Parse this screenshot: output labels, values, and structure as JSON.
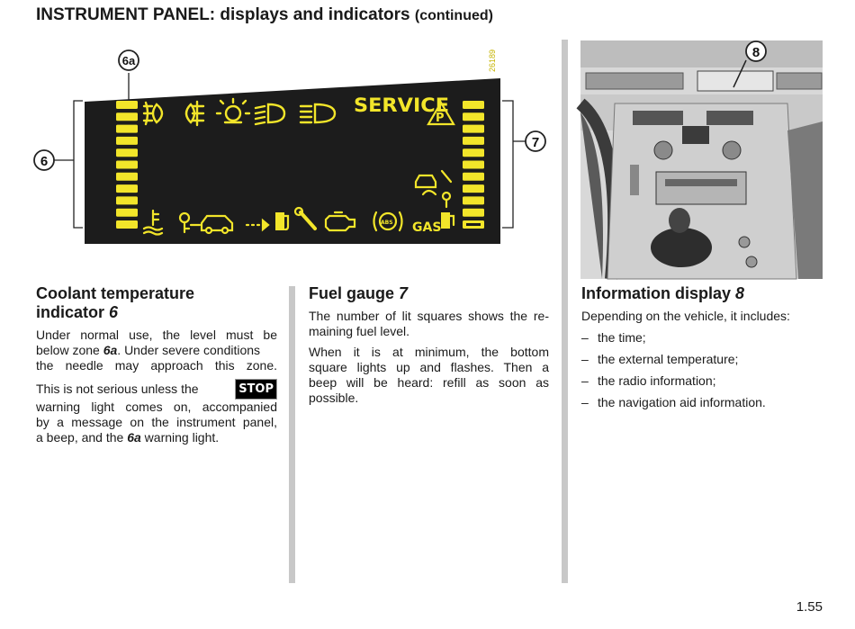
{
  "title": {
    "main": "INSTRUMENT PANEL: displays and indicators",
    "cont": "(continued)"
  },
  "figure1": {
    "ref": "26189",
    "service_text": "SERVICE",
    "gas_text": "GAS",
    "callouts": {
      "six_a": "6a",
      "six": "6",
      "seven": "7"
    },
    "colors": {
      "lcd_bg": "#1c1c1c",
      "segment": "#f2e52a",
      "icon": "#f2e52a",
      "ref": "#c5b300"
    }
  },
  "figure2": {
    "callout_eight": "8"
  },
  "col1": {
    "heading1": "Coolant temperature",
    "heading2": "indicator",
    "heading_num": "6",
    "p1_l1": "Under normal use, the level must be",
    "p1_l2_a": "below zone",
    "p1_l2_b": "6a",
    "p1_l2_c": ". Under severe conditions",
    "p1_l3": "the needle may approach this zone.",
    "p2_l1": "This is not serious unless the",
    "stop_badge": "STOP",
    "p2_l2": "warning light comes on, accompanied",
    "p2_l3": "by a message on the instrument panel,",
    "p2_l4_a": "a beep, and the",
    "p2_l4_b": "6a",
    "p2_l4_c": "warning light."
  },
  "col2": {
    "heading": "Fuel gauge",
    "heading_num": "7",
    "p1_l1": "The number of lit squares shows the re-",
    "p1_l2": "maining fuel level.",
    "p2_l1": "When it is at minimum, the bottom",
    "p2_l2": "square lights up and flashes. Then a",
    "p2_l3": "beep will be heard: refill as soon as",
    "p2_l4": "possible."
  },
  "col3": {
    "heading": "Information display",
    "heading_num": "8",
    "intro": "Depending on the vehicle, it includes:",
    "items": [
      "the time;",
      "the external temperature;",
      "the radio information;",
      "the navigation aid information."
    ]
  },
  "page_number": "1.55"
}
